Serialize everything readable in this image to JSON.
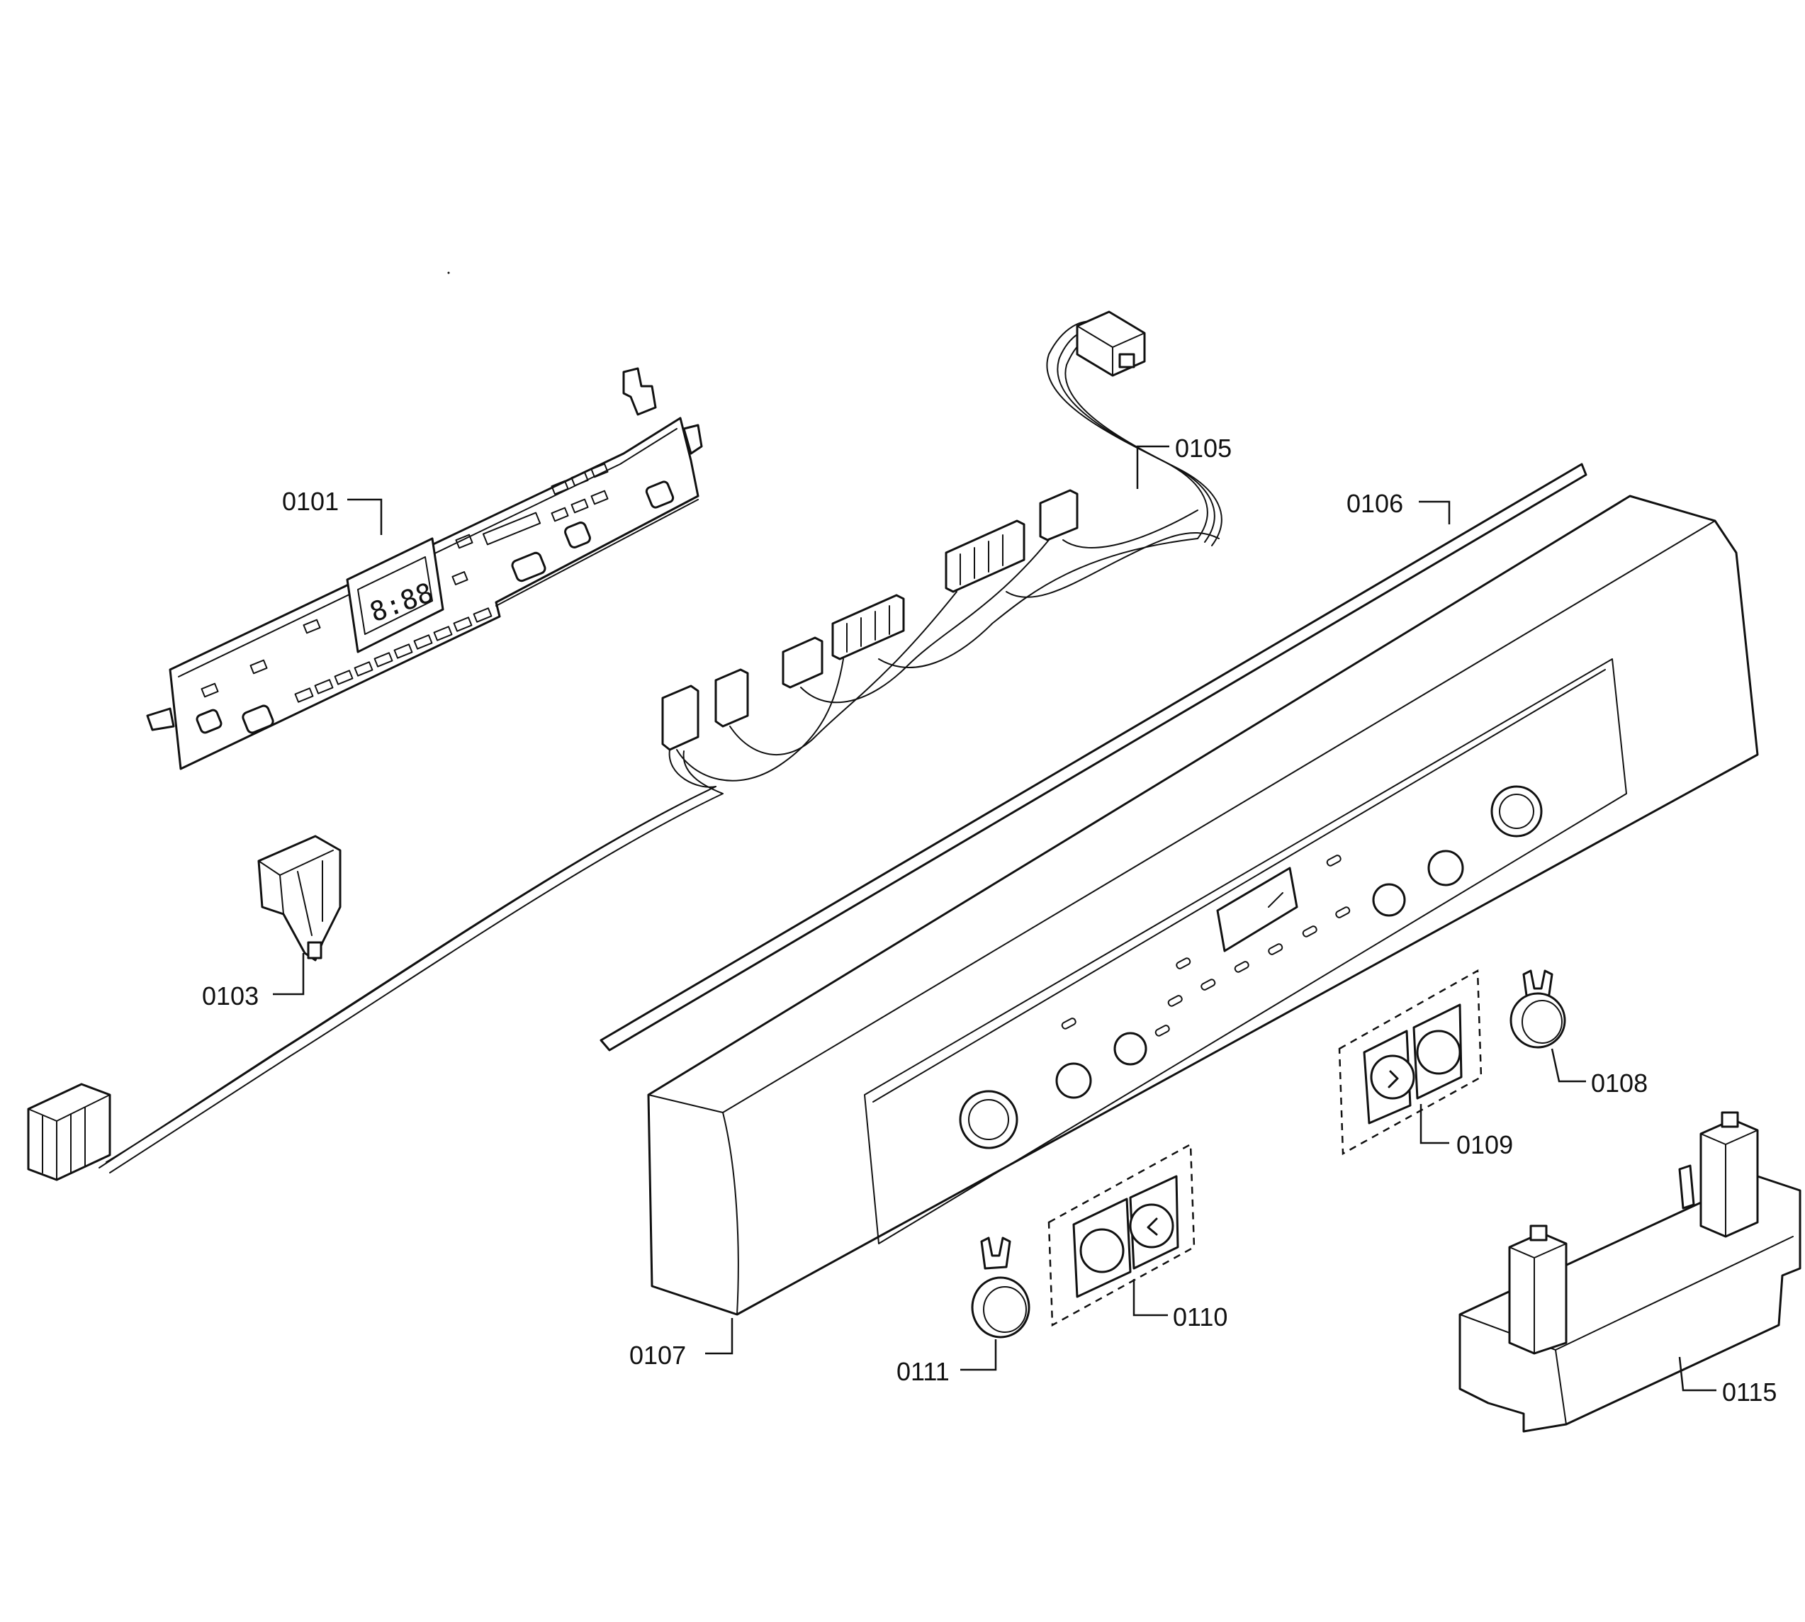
{
  "parts": [
    {
      "id": "p0101",
      "label": "0101"
    },
    {
      "id": "p0103",
      "label": "0103"
    },
    {
      "id": "p0105",
      "label": "0105"
    },
    {
      "id": "p0106",
      "label": "0106"
    },
    {
      "id": "p0107",
      "label": "0107"
    },
    {
      "id": "p0108",
      "label": "0108"
    },
    {
      "id": "p0109",
      "label": "0109"
    },
    {
      "id": "p0110",
      "label": "0110"
    },
    {
      "id": "p0111",
      "label": "0111"
    },
    {
      "id": "p0115",
      "label": "0115"
    }
  ],
  "display_readout": "8:88"
}
